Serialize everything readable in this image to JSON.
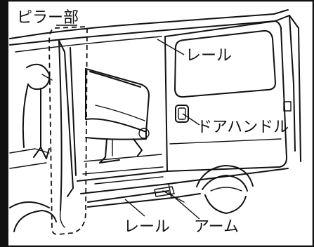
{
  "labels": {
    "pillar": "ピラー部",
    "rail_top": "レール",
    "door_handle": "ドアハンドル",
    "rail_bottom": "レール",
    "arm": "アーム"
  }
}
